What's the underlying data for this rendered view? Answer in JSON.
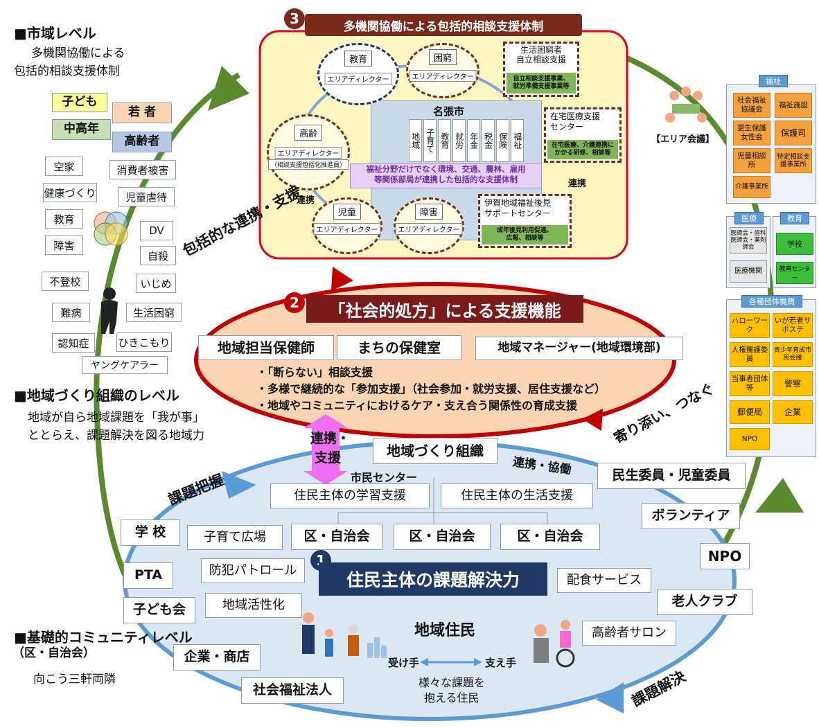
{
  "levels": {
    "city": {
      "title": "■市域レベル",
      "desc1": "多機関協働による",
      "desc2": "包括的相談支援体制"
    },
    "org": {
      "title": "■地域づくり組織のレベル",
      "desc1": "地域が自ら地域課題を「我が事」",
      "desc2": "ととらえ、課題解決を図る地域力"
    },
    "base": {
      "title": "■基礎的コミュニティレベル",
      "sub": "（区・自治会）",
      "desc": "向こう三軒両隣"
    }
  },
  "targets": {
    "kodomo": "子ども",
    "wakamono": "若 者",
    "chukonen": "中高年",
    "koreisha": "高齢者"
  },
  "issues_left": [
    "空家",
    "健康づくり",
    "教育",
    "障害",
    "不登校",
    "難病",
    "認知症"
  ],
  "issues_right": [
    "消費者被害",
    "児童虐待",
    "DV",
    "自殺",
    "いじめ",
    "生活困窮",
    "ひきこもり",
    "ヤングケアラー"
  ],
  "system3": {
    "number": "3",
    "title": "多機関協働による包括的相談支援体制",
    "city_hall": "名張市",
    "departments": [
      "地域",
      "子育て",
      "教育",
      "就労",
      "年金",
      "税金",
      "保険",
      "福祉"
    ],
    "circles": {
      "kyoiku": "教育",
      "konkyu": "困窮",
      "korei": "高齢",
      "jido": "児童",
      "shogai": "障害",
      "area_director": "エリアディレクター",
      "korei_note": "（相談支援包括化推進員）"
    },
    "seikatsu": {
      "title1": "生活困窮者",
      "title2": "自立相談支援",
      "note1": "自立相談支援事業、",
      "note2": "就労準備支援事業等"
    },
    "zaitaku": {
      "title1": "在宅医療支援",
      "title2": "センター",
      "note1": "在宅医療、介護連携に",
      "note2": "かかる研修、相談等"
    },
    "iga": {
      "title1": "伊賀地域福祉後見",
      "title2": "サポートセンター",
      "note1": "成年後見利用促進、",
      "note2": "広報、相談等"
    },
    "banner1": "福祉分野だけでなく環境、交通、農林、雇用",
    "banner2": "等関係部局が連携した包括的な支援体制",
    "renkei": "連携"
  },
  "system2": {
    "number": "2",
    "title": "「社会的処方」による支援機能",
    "roles": [
      "地域担当保健師",
      "まちの保健室",
      "地域マネージャー(地域環境部)"
    ],
    "bullets": [
      "・「断らない」相談支援",
      "・多様で継続的な「参加支援」（社会参加・就労支援、居住支援など）",
      "・地域やコミュニティにおけるケア・支え合う関係性の育成支援"
    ]
  },
  "system1": {
    "number": "1",
    "title": "住民主体の課題解決力",
    "org": "地域づくり組織",
    "center": "市民センター",
    "learning": "住民主体の学習支援",
    "life": "住民主体の生活支援",
    "jichikai": [
      "区・自治会",
      "区・自治会",
      "区・自治会"
    ],
    "inner": [
      "子育て広場",
      "防犯パトロール",
      "地域活性化",
      "配食サービス",
      "高齢者サロン"
    ],
    "residents": "地域住民",
    "receiver": "受け手",
    "giver": "支え手",
    "various1": "様々な課題を",
    "various2": "抱える住民"
  },
  "outer_left": [
    "学 校",
    "PTA",
    "子ども会",
    "企業・商店",
    "社会福祉法人"
  ],
  "outer_right": [
    "民生委員・児童委員",
    "ボランティア",
    "NPO",
    "老人クラブ"
  ],
  "arrows": {
    "houkatsu": "包括的な連携・支援",
    "yorisoi": "寄り添い、つなぐ",
    "kadai_haaku": "課題把握",
    "kadai_kaiketsu": "課題解決",
    "renkei_kyodo": "連携・協働",
    "renkei_shien_1": "連携・",
    "renkei_shien_2": "支援"
  },
  "area_meeting": "【エリア会議】",
  "right_panel": {
    "fukushi": {
      "header": "福祉",
      "items": [
        "社会福祉協議会",
        "福祉施設",
        "更生保護女性会",
        "保護司",
        "児童相談所",
        "特定相談支援事業所",
        "介護事業所"
      ]
    },
    "iryo": {
      "header": "医療",
      "items": [
        "医師会・歯科医師会・薬剤師会",
        "医療機関"
      ]
    },
    "kyoiku": {
      "header": "教育",
      "items": [
        "学校",
        "教育センター"
      ]
    },
    "dantai": {
      "header": "各種団体機関",
      "items": [
        "ハローワーク",
        "いが若者サポステ",
        "人権擁護委員",
        "青少年育成市民会議",
        "当事者団体等",
        "警察",
        "郵便局",
        "企業",
        "NPO"
      ]
    }
  },
  "colors": {
    "green_arrow": "#5b8a2e",
    "red": "#c00000",
    "blue": "#5b9bd5",
    "navy": "#1f3864",
    "brown": "#7a2a1a",
    "cream": "#fff7c2",
    "peach": "#fbd4b4"
  }
}
